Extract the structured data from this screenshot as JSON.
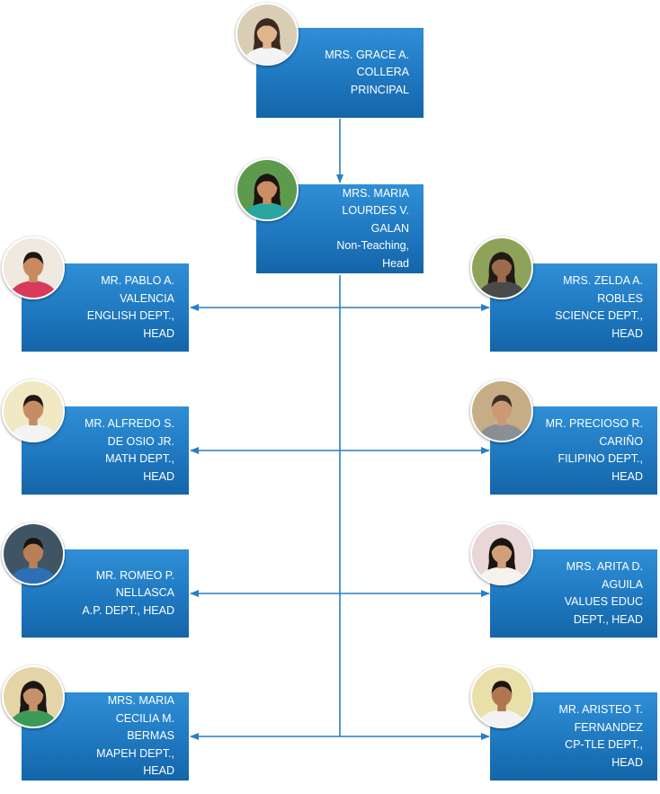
{
  "colors": {
    "box": "#1f78c0",
    "line": "#2a7fc2"
  },
  "nodes": [
    {
      "id": "principal",
      "lines": [
        "MRS. GRACE A.",
        "COLLERA",
        "PRINCIPAL"
      ],
      "avatar": "female-portrait-icon",
      "photo_bg": "#d9cdb6",
      "skin": "#e2b48d",
      "hair": "#3b2a20",
      "shirt": "#f4f4f4"
    },
    {
      "id": "non-teaching-head",
      "lines": [
        "MRS. MARIA",
        "LOURDES V.",
        "GALAN",
        "Non-Teaching,",
        "Head"
      ],
      "avatar": "female-portrait-icon",
      "photo_bg": "#5e9a4d",
      "skin": "#c98e63",
      "hair": "#1c1410",
      "shirt": "#2aa6a0"
    },
    {
      "id": "english-head",
      "lines": [
        "MR. PABLO A.",
        "VALENCIA",
        "ENGLISH DEPT.,",
        "HEAD"
      ],
      "avatar": "male-portrait-icon",
      "photo_bg": "#efe9df",
      "skin": "#c88a60",
      "hair": "#1d1612",
      "shirt": "#d9395a"
    },
    {
      "id": "science-head",
      "lines": [
        "MRS. ZELDA A.",
        "ROBLES",
        "SCIENCE DEPT.,",
        "HEAD"
      ],
      "avatar": "female-portrait-icon",
      "photo_bg": "#8fa25a",
      "skin": "#9b6b4c",
      "hair": "#221a15",
      "shirt": "#4a4a4a"
    },
    {
      "id": "math-head",
      "lines": [
        "MR. ALFREDO S.",
        "DE OSIO JR.",
        "MATH DEPT.,",
        "HEAD"
      ],
      "avatar": "male-portrait-icon",
      "photo_bg": "#f1e8c4",
      "skin": "#c48d65",
      "hair": "#1f1814",
      "shirt": "#f3f3f3"
    },
    {
      "id": "filipino-head",
      "lines": [
        "MR. PRECIOSO R.",
        "CARIÑO",
        "FILIPINO DEPT.,",
        "HEAD"
      ],
      "avatar": "male-portrait-icon",
      "photo_bg": "#c7ad86",
      "skin": "#c99a74",
      "hair": "#3a2d24",
      "shirt": "#8a8f95"
    },
    {
      "id": "ap-head",
      "lines": [
        "MR. ROMEO P.",
        "NELLASCA",
        "A.P. DEPT., HEAD"
      ],
      "avatar": "male-portrait-icon",
      "photo_bg": "#3f5563",
      "skin": "#b98058",
      "hair": "#1a1410",
      "shirt": "#2d6fb4"
    },
    {
      "id": "values-head",
      "lines": [
        "MRS. ARITA D.",
        "AGUILA",
        "VALUES EDUC",
        "DEPT., HEAD"
      ],
      "avatar": "female-portrait-icon",
      "photo_bg": "#e8d7d6",
      "skin": "#d1a07a",
      "hair": "#1b1410",
      "shirt": "#f6f3ef"
    },
    {
      "id": "mapeh-head",
      "lines": [
        "MRS. MARIA",
        "CECILIA M.",
        "BERMAS",
        "MAPEH DEPT.,",
        "HEAD"
      ],
      "avatar": "female-portrait-icon",
      "photo_bg": "#e3d5a8",
      "skin": "#c69068",
      "hair": "#1e1612",
      "shirt": "#3b9b56"
    },
    {
      "id": "cptle-head",
      "lines": [
        "MR. ARISTEO T.",
        "FERNANDEZ",
        "CP-TLE DEPT.,",
        "HEAD"
      ],
      "avatar": "male-portrait-icon",
      "photo_bg": "#e9dfa8",
      "skin": "#b07650",
      "hair": "#1b1512",
      "shirt": "#f2f2f2"
    }
  ]
}
